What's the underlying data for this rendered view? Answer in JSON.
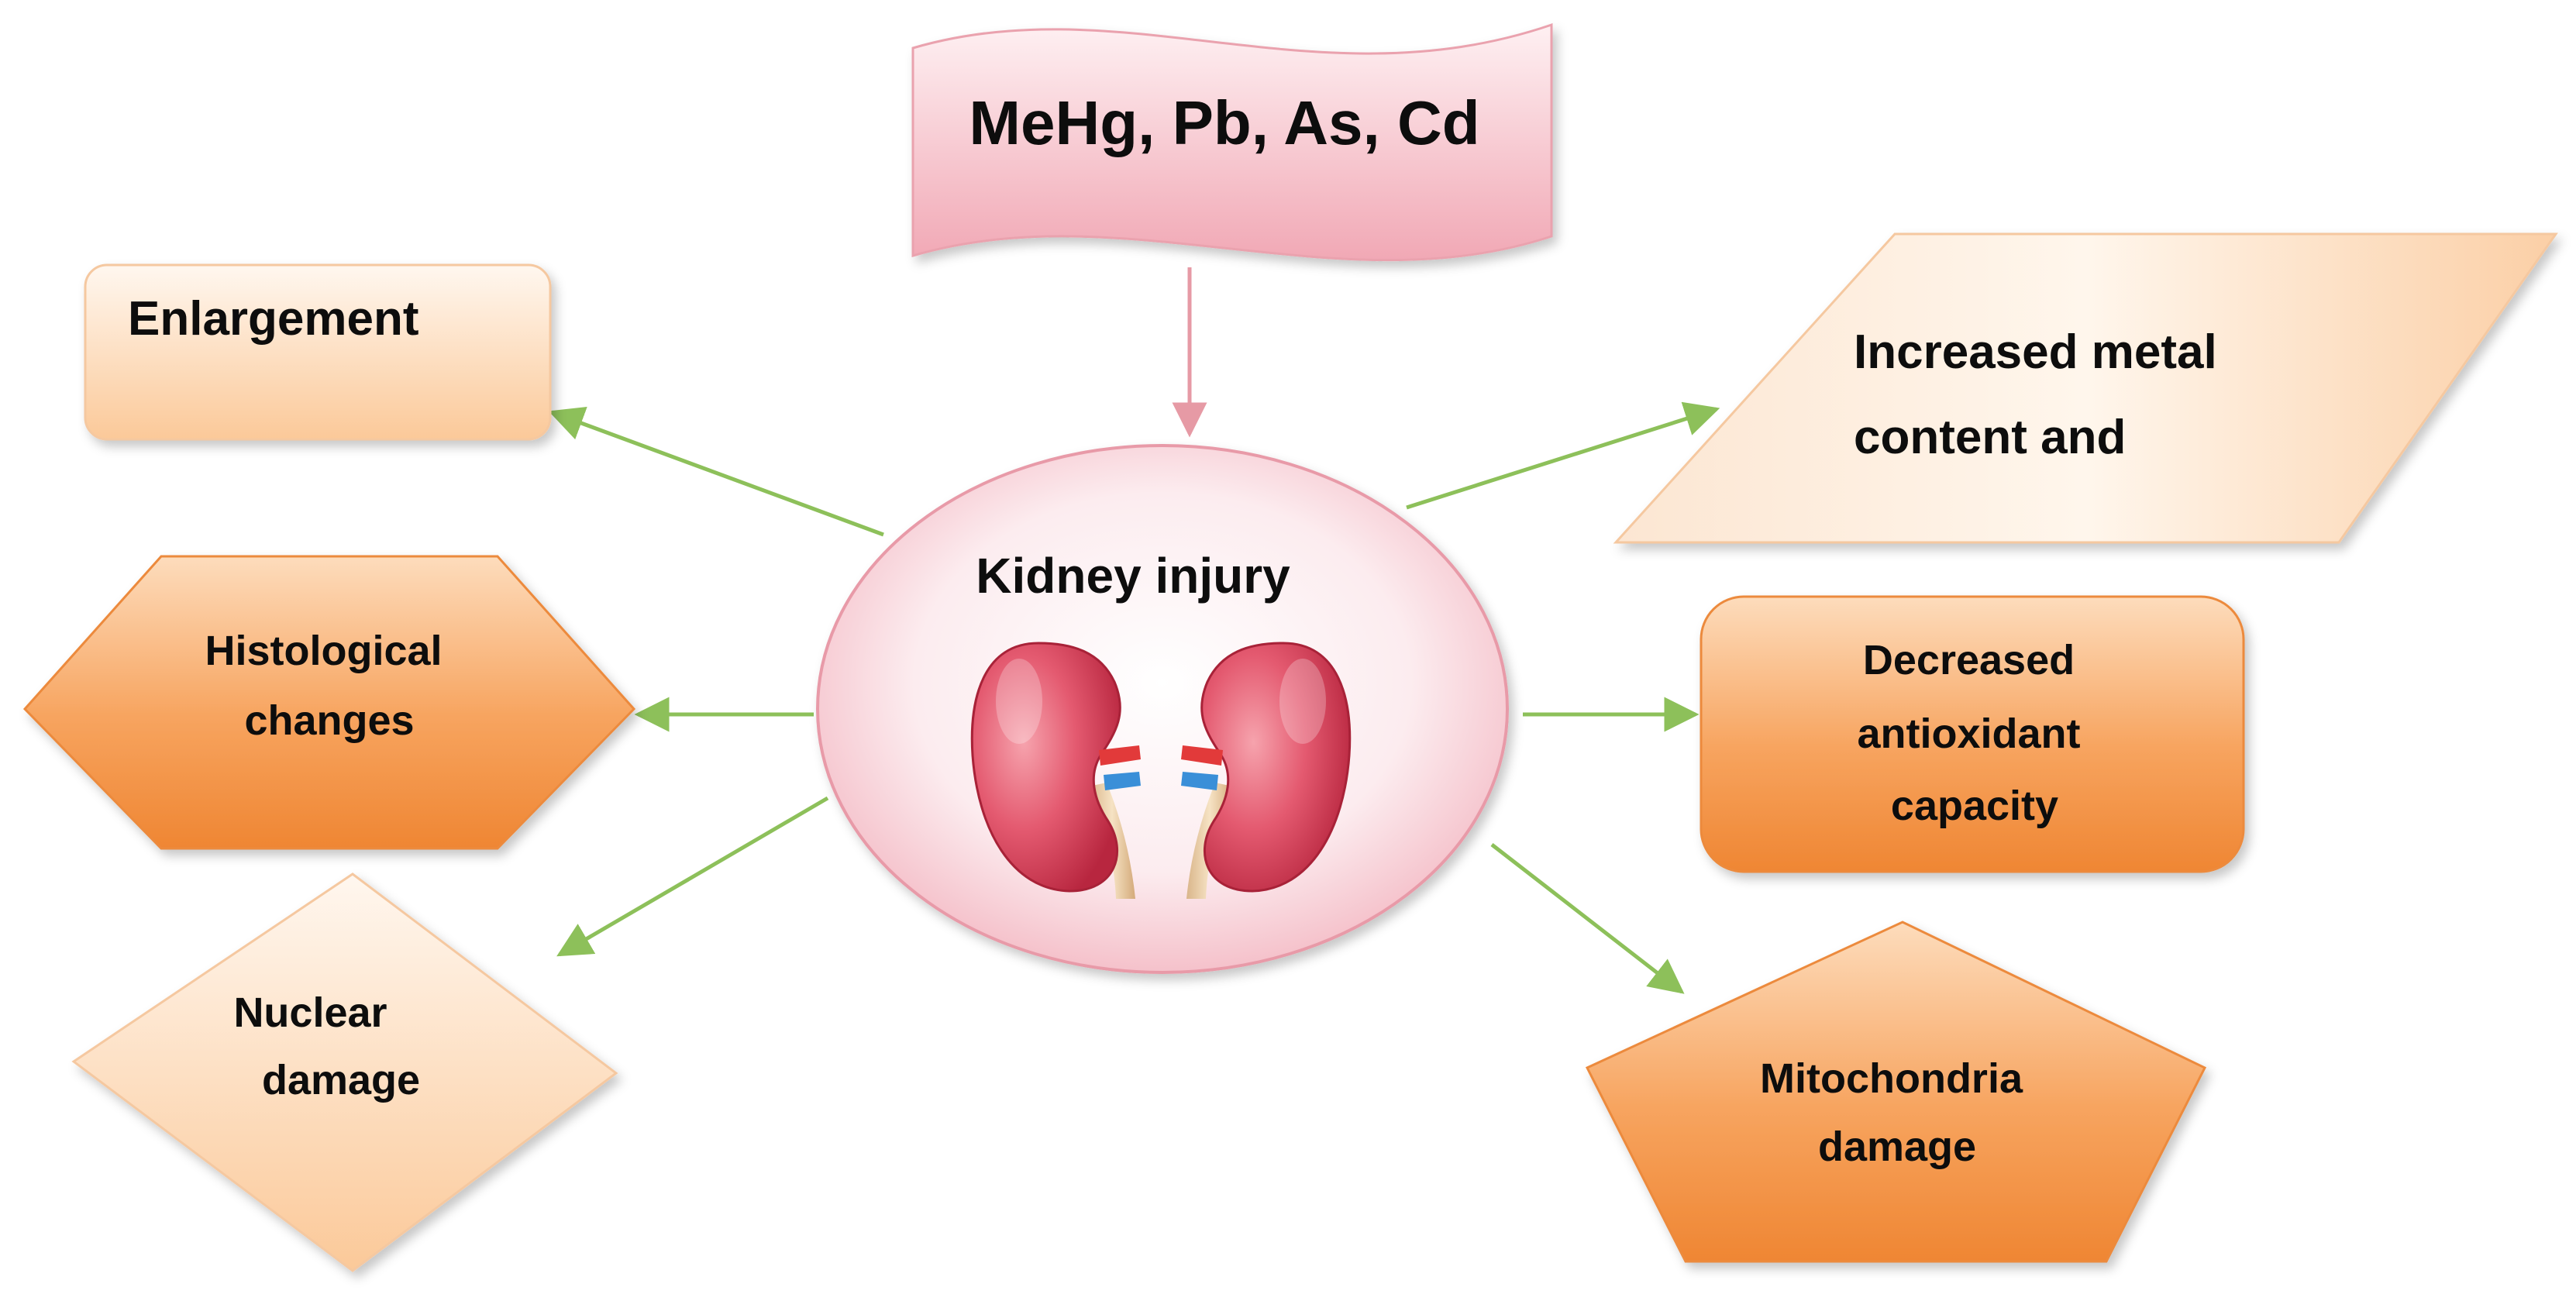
{
  "source": {
    "label": "MeHg, Pb, As, Cd"
  },
  "center": {
    "label": "Kidney injury"
  },
  "effects": {
    "enlargement": "Enlargement",
    "histological": [
      "Histological",
      "changes"
    ],
    "nuclear": [
      "Nuclear",
      "damage"
    ],
    "metal_content": [
      "Increased metal",
      "content and"
    ],
    "antioxidant": [
      "Decreased",
      "antioxidant",
      "capacity"
    ],
    "mitochondria": [
      "Mitochondria",
      "damage"
    ]
  },
  "colors": {
    "pink_light": "#fde8ec",
    "pink_dark": "#f1a9b6",
    "peach_light": "#fff4ea",
    "peach_dark": "#fbcb9f",
    "orange_light": "#fcc999",
    "orange_dark": "#f08a3a",
    "arrow_green": "#8dc05a",
    "arrow_pink": "#e69aa5",
    "kidney": "#d8455f"
  },
  "icons": [
    "kidneys-icon"
  ]
}
